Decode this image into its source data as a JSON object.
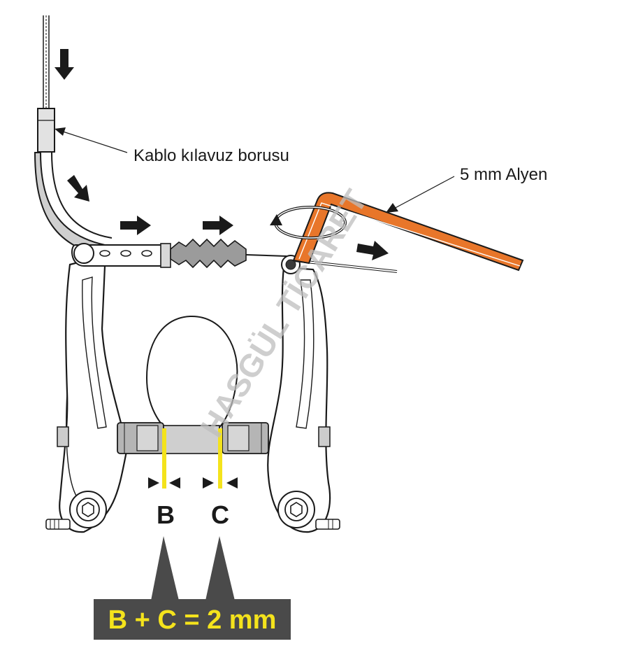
{
  "labels": {
    "cable_guide": "Kablo kılavuz borusu",
    "allen_key": "5 mm Alyen",
    "gap_b": "B",
    "gap_c": "C",
    "formula": "B + C = 2 mm",
    "watermark": "HASGÜL TİCARET"
  },
  "colors": {
    "allen_key": "#e8762a",
    "gap_marker": "#f4e31c",
    "formula_text": "#f4e31c",
    "formula_bg": "#4a4a4a",
    "line": "#1a1a1a",
    "metal": "#ffffff",
    "shade": "#c9c9c9",
    "watermark": "#bdbdbd"
  }
}
